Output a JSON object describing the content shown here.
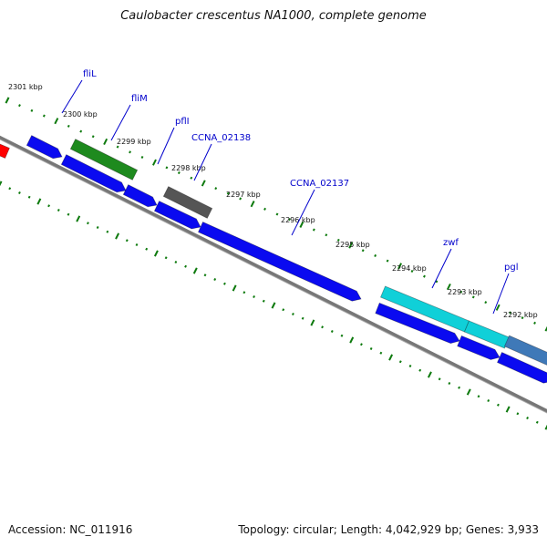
{
  "title": "Caulobacter crescentus NA1000, complete genome",
  "footer": {
    "accession": "Accession: NC_011916",
    "summary": "Topology: circular; Length: 4,042,929 bp; Genes: 3,933"
  },
  "colors": {
    "cds_blue": "#0a0af0",
    "cds_green": "#1e8a1e",
    "cds_gray": "#555555",
    "cds_cyan": "#10d0d8",
    "cds_steel": "#3f79b8",
    "cds_red": "#ff0000",
    "backbone": "#777777",
    "ticks": "#0e7a0e",
    "label_blue": "#0000cc"
  },
  "scale": {
    "unit": "kbp",
    "ticks": [
      {
        "kbp": 2301,
        "label": "2301 kbp"
      },
      {
        "kbp": 2300,
        "label": "2300 kbp"
      },
      {
        "kbp": 2299,
        "label": "2299 kbp"
      },
      {
        "kbp": 2298,
        "label": "2298 kbp"
      },
      {
        "kbp": 2297,
        "label": "2297 kbp"
      },
      {
        "kbp": 2296,
        "label": "2296 kbp"
      },
      {
        "kbp": 2295,
        "label": "2295 kbp"
      },
      {
        "kbp": 2294,
        "label": "2294 kbp"
      },
      {
        "kbp": 2293,
        "label": "2293 kbp"
      },
      {
        "kbp": 2292,
        "label": "2292 kbp"
      }
    ]
  },
  "gene_labels": [
    {
      "name": "fliL"
    },
    {
      "name": "fliM"
    },
    {
      "name": "pflI"
    },
    {
      "name": "CCNA_02138"
    },
    {
      "name": "CCNA_02137"
    },
    {
      "name": "zwf"
    },
    {
      "name": "pgl"
    }
  ]
}
